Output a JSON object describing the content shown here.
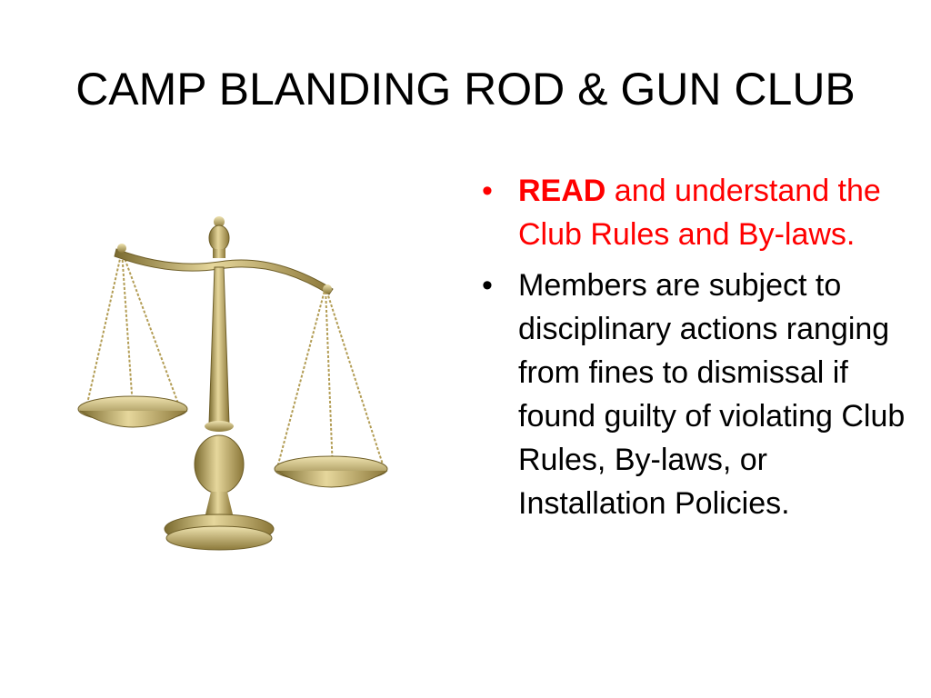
{
  "slide": {
    "title": "CAMP BLANDING ROD & GUN CLUB",
    "image_alt": "brass scales of justice",
    "bullet_glyph": "•",
    "bullets": [
      {
        "bold": "READ",
        "rest": " and understand the Club Rules and By-laws."
      },
      {
        "text": "Members are subject to disciplinary actions ranging from fines to dismissal if found guilty of violating Club Rules, By-laws, or Installation Policies."
      }
    ]
  },
  "colors": {
    "background": "#ffffff",
    "text": "#000000",
    "highlight": "#ff0000",
    "brass": "#c9b160"
  }
}
